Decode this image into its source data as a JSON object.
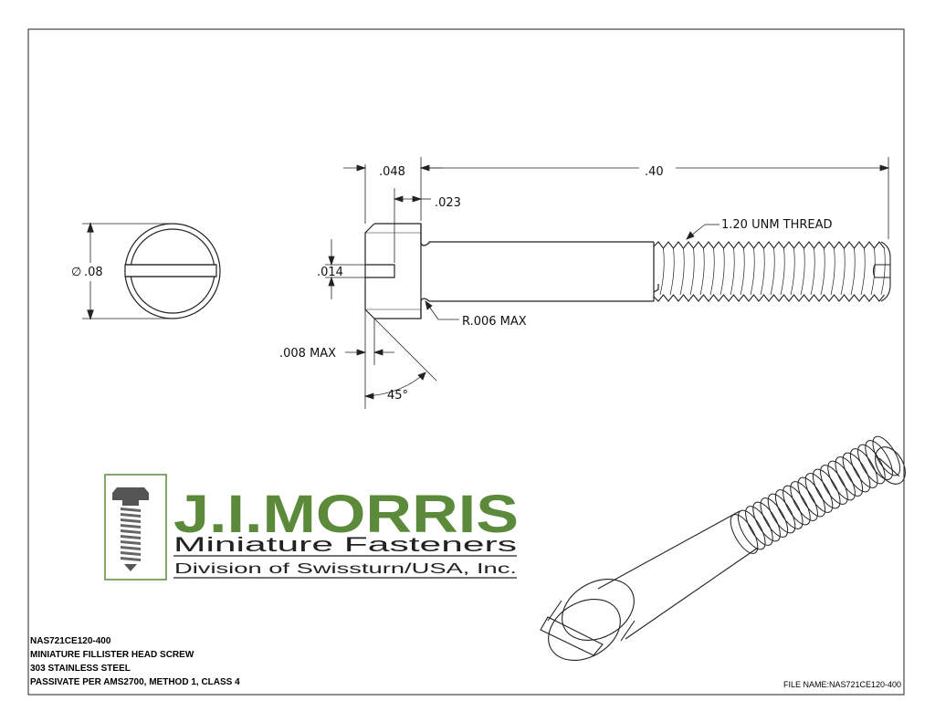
{
  "dimensions": {
    "head_length": ".048",
    "overall_length": ".40",
    "slot_depth": ".023",
    "thread": "1.20 UNM THREAD",
    "slot_width": ".014",
    "diameter_symbol": "∅",
    "diameter": ".08",
    "fillet": "R.006 MAX",
    "chamfer": ".008 MAX",
    "angle": "45°"
  },
  "logo": {
    "name": "J.I.MORRIS",
    "tagline": "Miniature Fasteners",
    "division": "Division of Swissturn/USA, Inc.",
    "brand_color": "#5b8a3a"
  },
  "notes": [
    "NAS721CE120-400",
    "MINIATURE FILLISTER HEAD SCREW",
    "303 STAINLESS STEEL",
    "PASSIVATE PER AMS2700, METHOD 1, CLASS 4"
  ],
  "file_name": "FILE NAME:NAS721CE120-400"
}
